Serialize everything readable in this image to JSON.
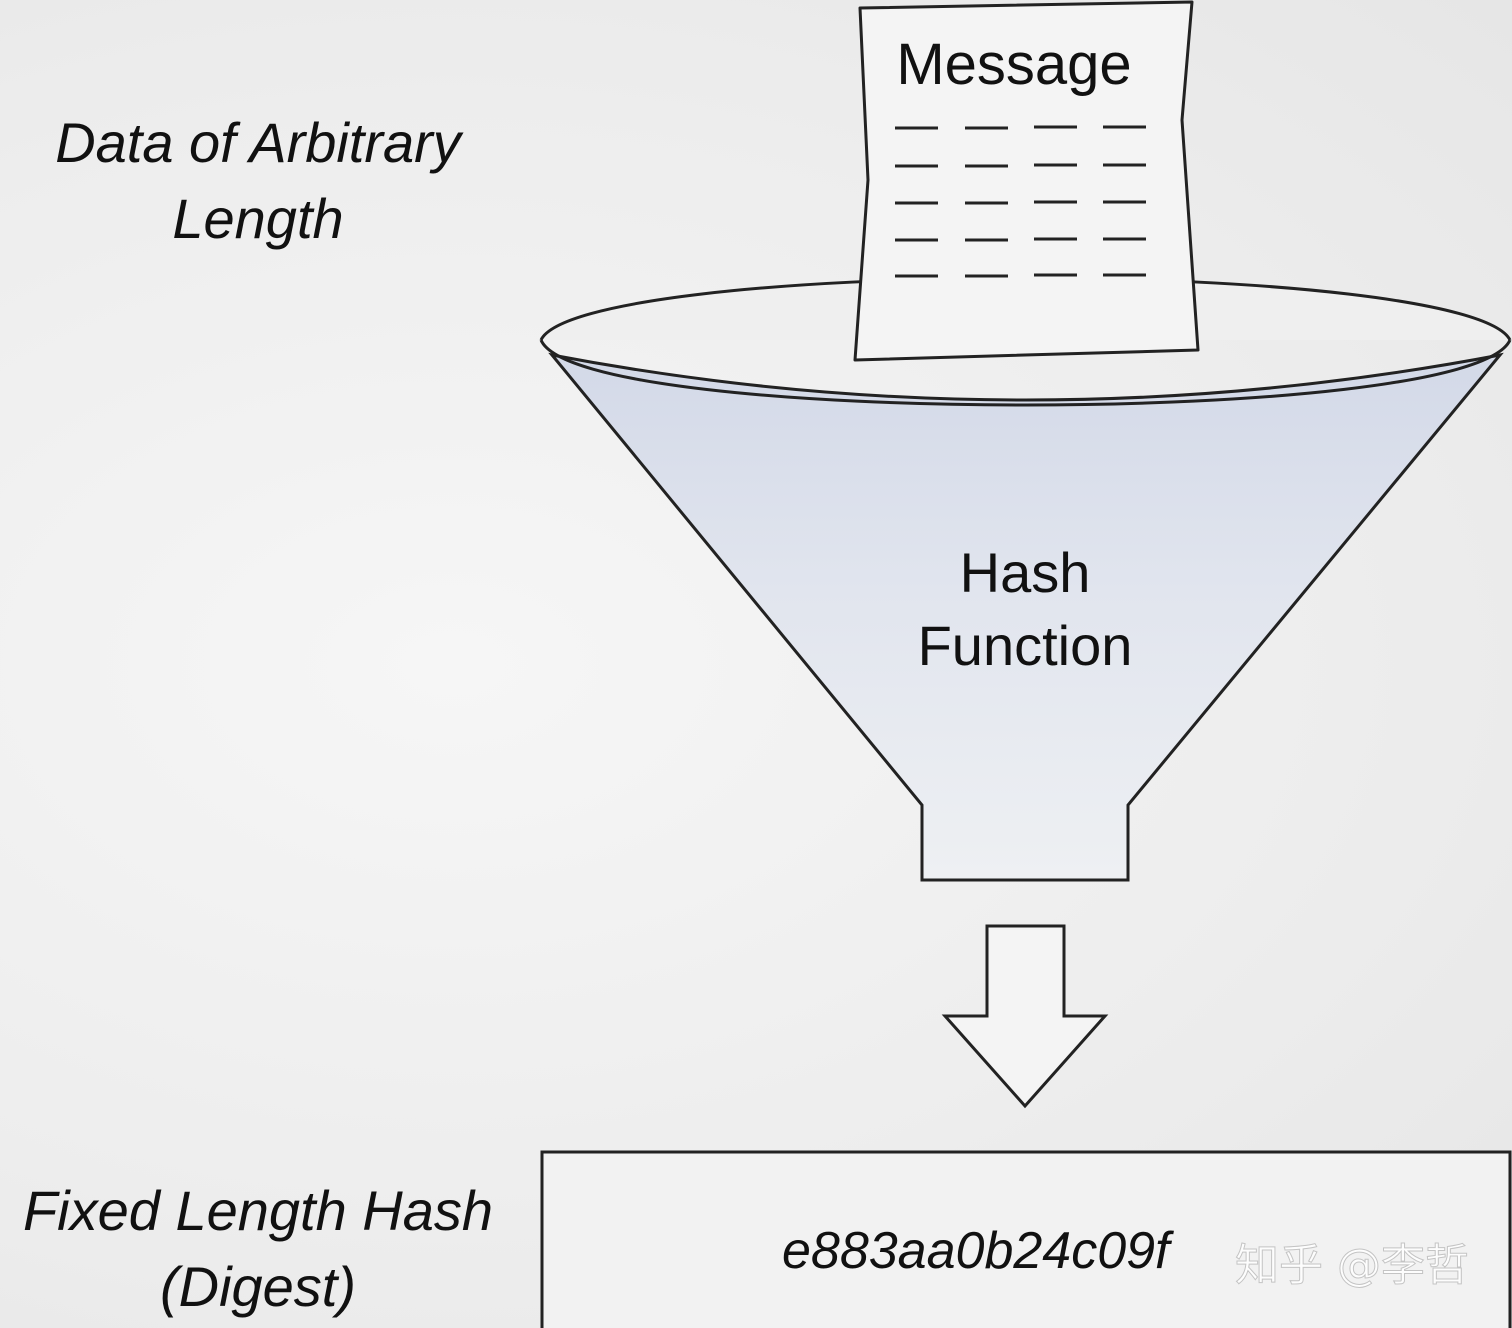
{
  "labels": {
    "input_line1": "Data of Arbitrary",
    "input_line2": "Length",
    "message": "Message",
    "function_line1": "Hash",
    "function_line2": "Function",
    "output_line1": "Fixed Length Hash",
    "output_line2": "(Digest)",
    "digest_value": "e883aa0b24c09f",
    "watermark": "知乎 @李哲"
  },
  "colors": {
    "outline": "#222222",
    "funnel_fill_top": "#d6dcea",
    "funnel_fill_bottom": "#eceef2",
    "paper": "#f4f4f4"
  }
}
